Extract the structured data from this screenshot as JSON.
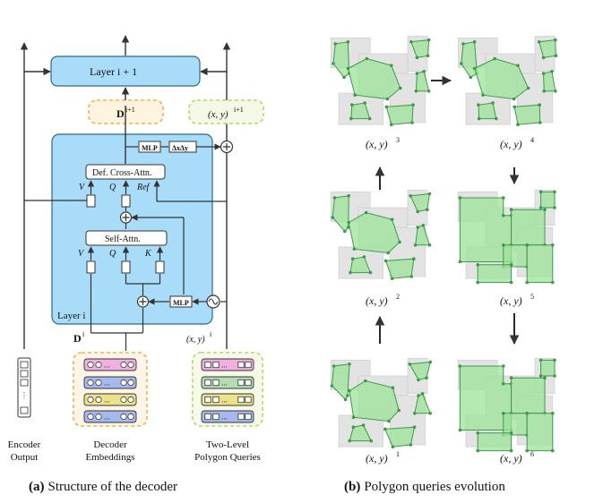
{
  "decoder": {
    "layer_next": "Layer i + 1",
    "d_next": "D",
    "d_next_sup": "i+1",
    "xy_next": "(x, y)",
    "xy_next_sup": "i+1",
    "mlp_top": "MLP",
    "delta_label": "ΔxΔy",
    "cross_attn": "Def. Cross-Attn.",
    "self_attn": "Self-Attn.",
    "layer_i": "Layer i",
    "mlp_bottom": "MLP",
    "v_label": "V",
    "q_label": "Q",
    "k_label": "K",
    "ref_label": "Ref",
    "d_i": "D",
    "d_i_sup": "i",
    "xy_i": "(x, y)",
    "xy_i_sup": "i",
    "ellipsis": "...",
    "encoder_line1": "Encoder",
    "encoder_line2": "Output",
    "dec_emb_line1": "Decoder",
    "dec_emb_line2": "Embeddings",
    "queries_line1": "Two-Level",
    "queries_line2": "Polygon Queries",
    "caption_tag": "(a)",
    "caption_text": "Structure of the decoder"
  },
  "evolution": {
    "labels": [
      "(x, y)",
      "(x, y)",
      "(x, y)",
      "(x, y)",
      "(x, y)",
      "(x, y)"
    ],
    "sups": [
      "1",
      "2",
      "3",
      "4",
      "5",
      "6"
    ],
    "caption_tag": "(b)",
    "caption_text": "Polygon queries evolution"
  },
  "colors": {
    "layer_fill": "#a9dcf8",
    "layer_stroke": "#2a6a8a",
    "emb_orange": "#f5b14a",
    "emb_green": "#b5d964",
    "row_pink": "#f2b0e2",
    "row_blue": "#a5b9ef",
    "row_green": "#b4dcb0",
    "row_yellow": "#ece28a",
    "poly_fill": "#9ce39a",
    "poly_stroke": "#3e9a4a"
  }
}
